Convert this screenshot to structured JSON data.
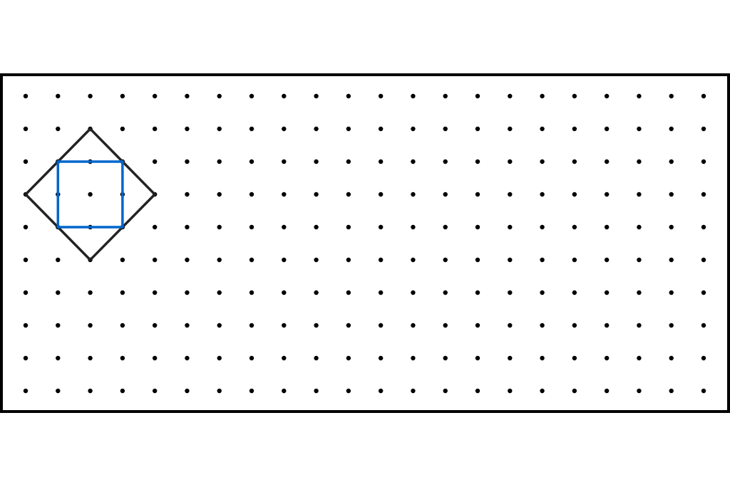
{
  "grid": {
    "columns": 22,
    "rows": 10,
    "dot_color": "#000000",
    "border_color": "#000000"
  },
  "shapes": [
    {
      "name": "diamond",
      "color": "#222222",
      "points": [
        [
          2,
          1
        ],
        [
          4,
          3
        ],
        [
          2,
          5
        ],
        [
          0,
          3
        ]
      ]
    },
    {
      "name": "square",
      "color": "#0066cc",
      "points": [
        [
          1,
          2
        ],
        [
          3,
          2
        ],
        [
          3,
          4
        ],
        [
          1,
          4
        ]
      ]
    }
  ]
}
